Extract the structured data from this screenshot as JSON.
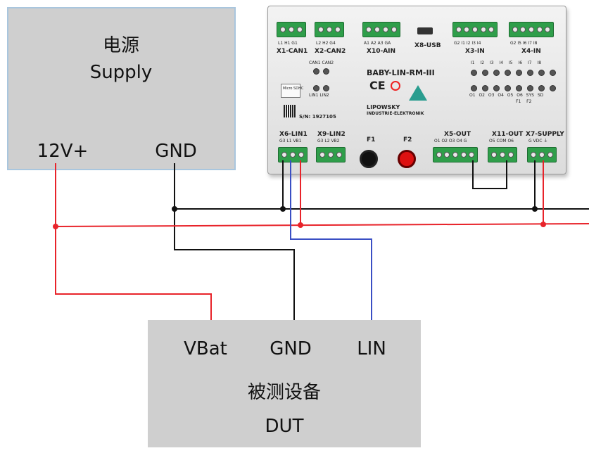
{
  "supply": {
    "name_cn": "电源",
    "name_en": "Supply",
    "terminal_plus": "12V+",
    "terminal_gnd": "GND"
  },
  "dut": {
    "pin_vbat": "VBat",
    "pin_gnd": "GND",
    "pin_lin": "LIN",
    "name_cn": "被测设备",
    "name_en": "DUT"
  },
  "device": {
    "model": "BABY-LIN-RM-III",
    "brand": "LIPOWSKY",
    "brand_sub": "INDUSTRIE-ELEKTRONIK",
    "sn": "S/N: 1927105",
    "top_connectors": [
      {
        "label": "X1-CAN1",
        "pins": "L1 H1 G1"
      },
      {
        "label": "X2-CAN2",
        "pins": "L2 H2 G4"
      },
      {
        "label": "X10-AIN",
        "pins": "A1 A2 A3 GA"
      },
      {
        "label": "X8-USB",
        "pins": ""
      },
      {
        "label": "X3-IN",
        "pins": "G2 I1 I2 I3 I4"
      },
      {
        "label": "X4-IN",
        "pins": "G2 I5 I6 I7 I8"
      }
    ],
    "bottom_connectors": [
      {
        "label": "X6-LIN1",
        "pins": "G3 L1 VB1"
      },
      {
        "label": "X9-LIN2",
        "pins": "G3 L2 VB2"
      },
      {
        "label": "X5-OUT",
        "pins": "O1 O2 O3 O4 G"
      },
      {
        "label": "X11-OUT",
        "pins": "O5 COM O6"
      },
      {
        "label": "X7-SUPPLY",
        "pins": "G VDC ⏚"
      }
    ],
    "led_can": "CAN1 CAN2",
    "led_lin": "LIN1 LIN2",
    "led_in": "I1 I2 I3 I4 I5 I6 I7 I8",
    "led_out": "O1 O2 O3 O4 O5 O6 SYS SD",
    "led_f": "F1 F2",
    "fuse1": "F1",
    "fuse2": "F2",
    "sd_label": "Micro SDHC"
  },
  "colors": {
    "power": "#e8232a",
    "ground": "#111111",
    "lin": "#3a4fc4",
    "box": "#cfcfcf"
  }
}
